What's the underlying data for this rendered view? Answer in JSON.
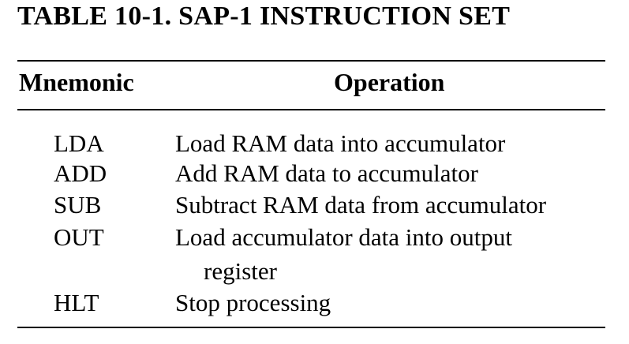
{
  "table": {
    "title": "TABLE 10-1. SAP-1 INSTRUCTION SET",
    "headers": {
      "mnemonic": "Mnemonic",
      "operation": "Operation"
    },
    "rows": [
      {
        "mnemonic": "LDA",
        "operation": "Load RAM data into accumulator"
      },
      {
        "mnemonic": "ADD",
        "operation": "Add RAM data to accumulator"
      },
      {
        "mnemonic": "SUB",
        "operation": "Subtract RAM data from accumulator"
      },
      {
        "mnemonic": "OUT",
        "operation": "Load accumulator data into output",
        "operation_continued": "register"
      },
      {
        "mnemonic": "HLT",
        "operation": "Stop processing"
      }
    ]
  }
}
